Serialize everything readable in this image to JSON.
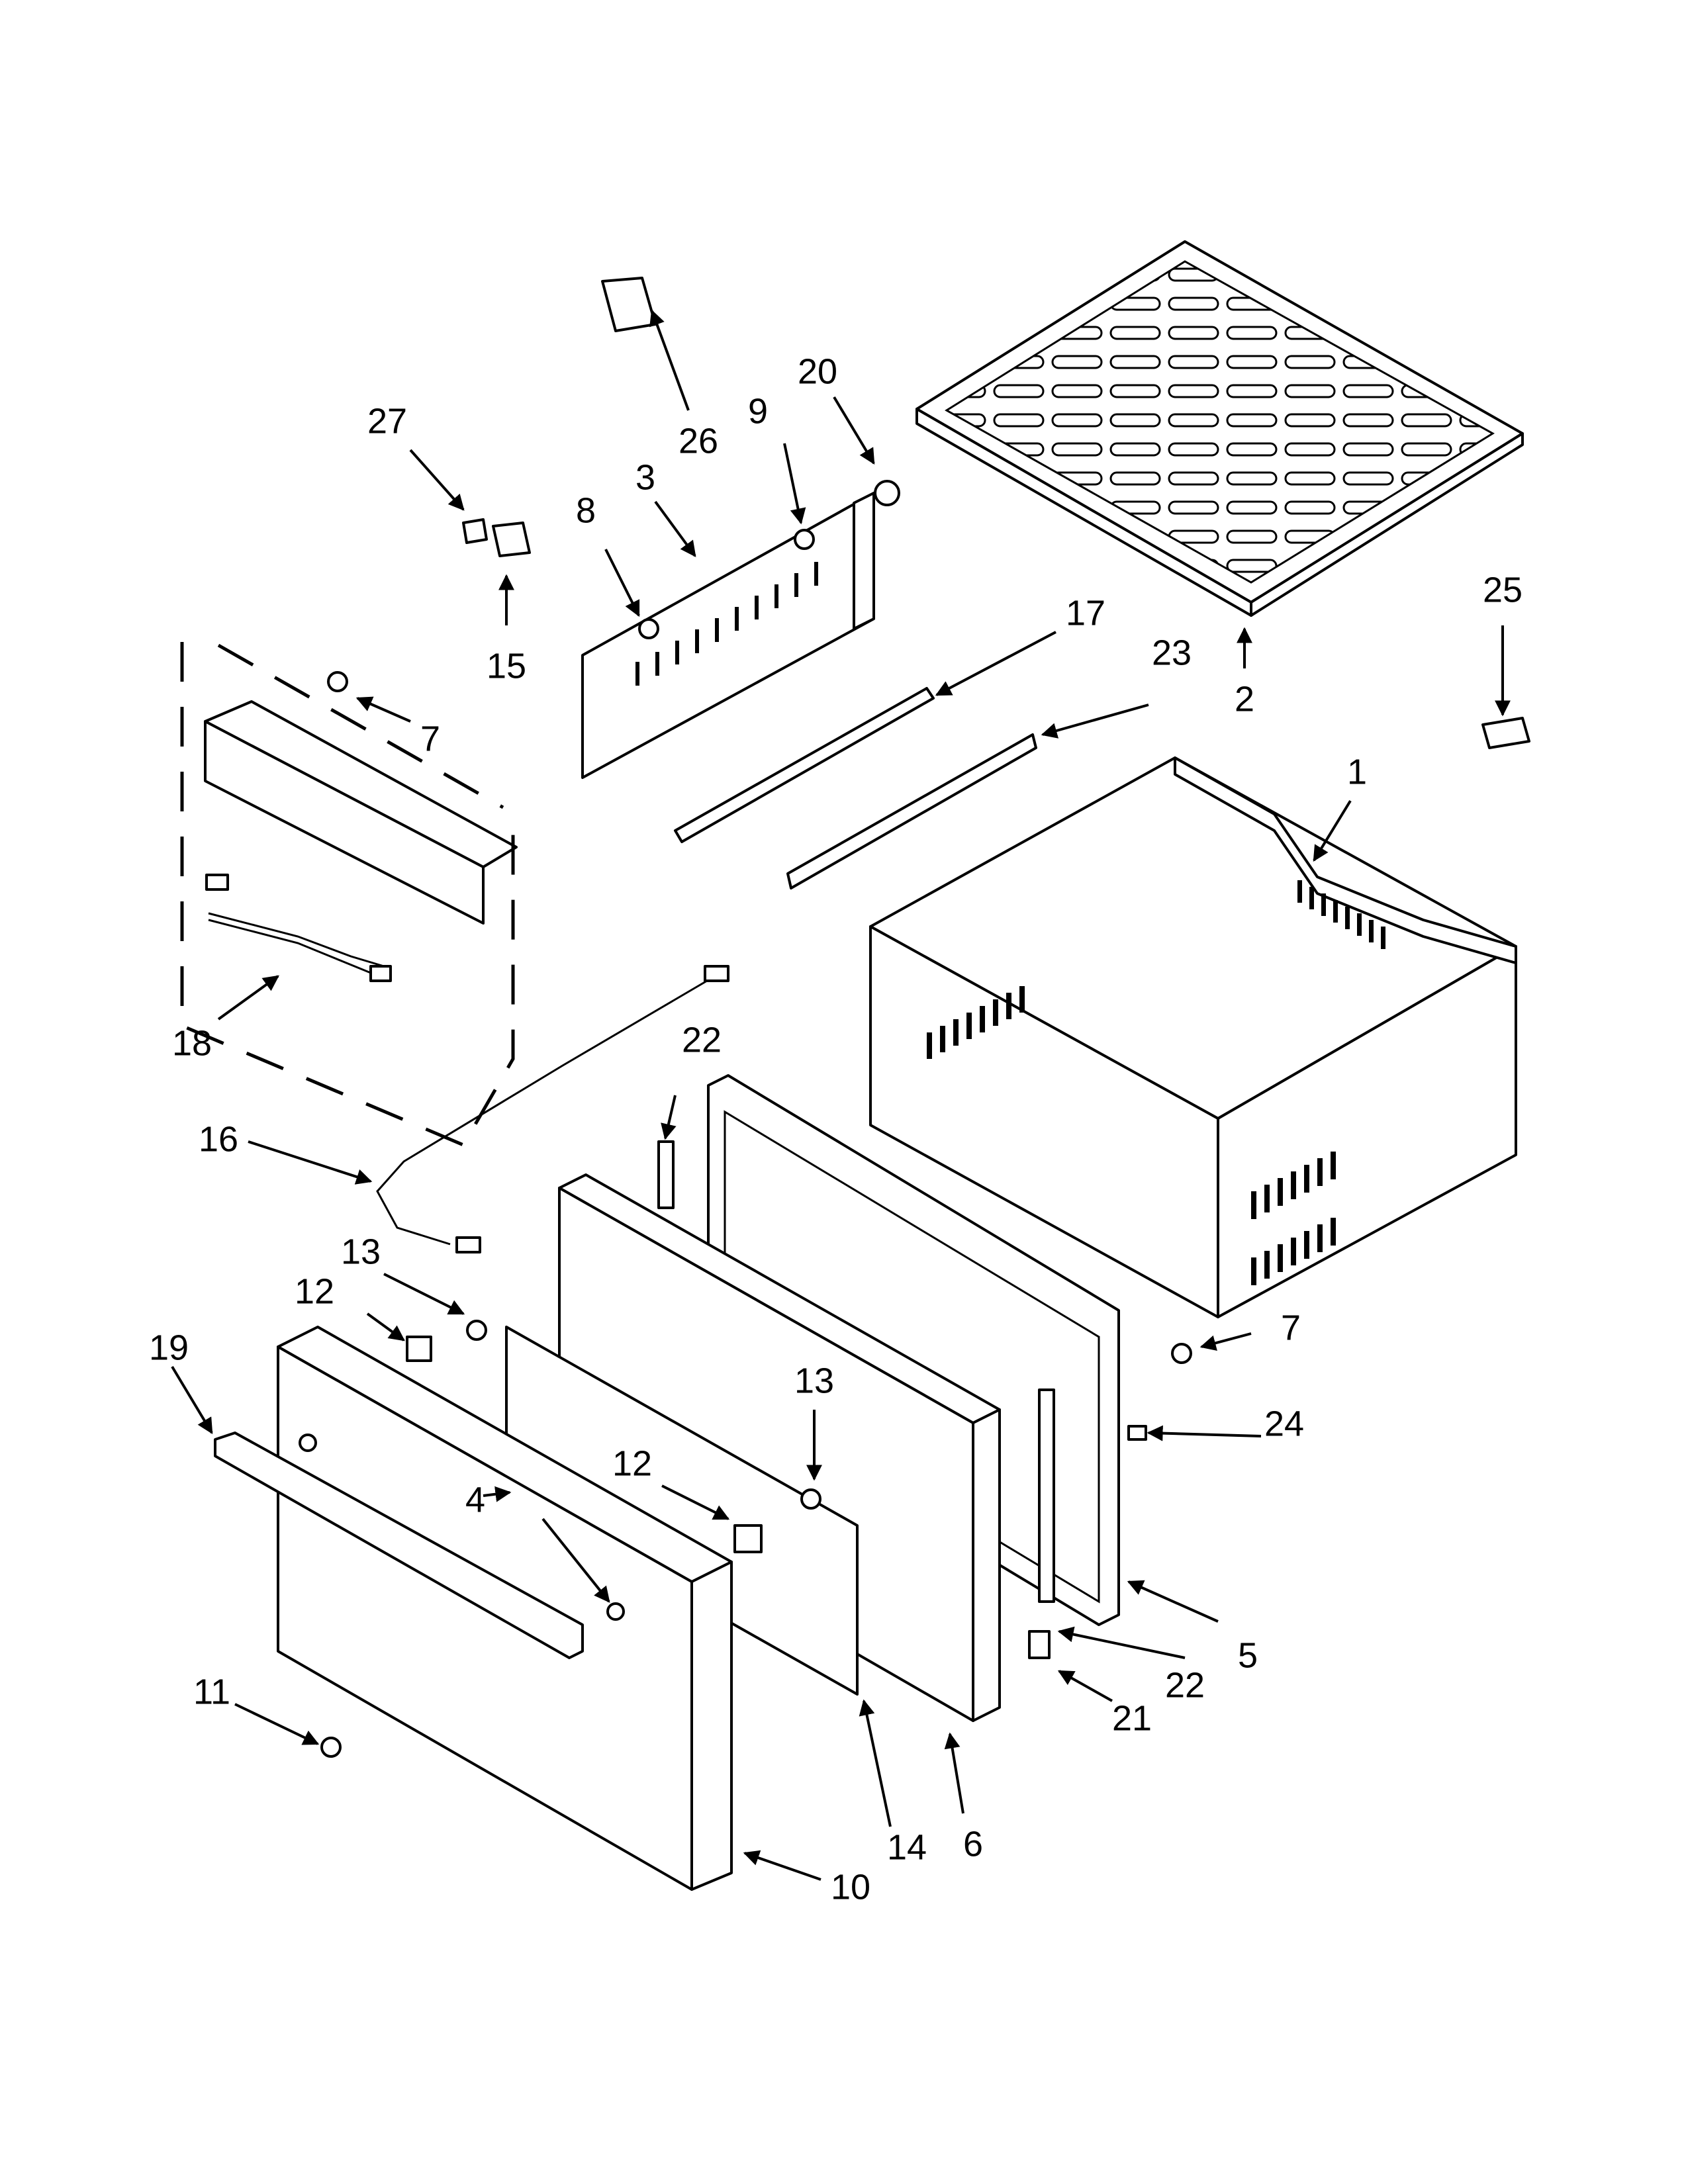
{
  "callouts": [
    {
      "key": "c1",
      "text": "1"
    },
    {
      "key": "c2",
      "text": "2"
    },
    {
      "key": "c3",
      "text": "3"
    },
    {
      "key": "c4",
      "text": "4"
    },
    {
      "key": "c5",
      "text": "5"
    },
    {
      "key": "c6",
      "text": "6"
    },
    {
      "key": "c7a",
      "text": "7"
    },
    {
      "key": "c7b",
      "text": "7"
    },
    {
      "key": "c8",
      "text": "8"
    },
    {
      "key": "c9",
      "text": "9"
    },
    {
      "key": "c10",
      "text": "10"
    },
    {
      "key": "c11",
      "text": "11"
    },
    {
      "key": "c12a",
      "text": "12"
    },
    {
      "key": "c12b",
      "text": "12"
    },
    {
      "key": "c13a",
      "text": "13"
    },
    {
      "key": "c13b",
      "text": "13"
    },
    {
      "key": "c14",
      "text": "14"
    },
    {
      "key": "c15",
      "text": "15"
    },
    {
      "key": "c16",
      "text": "16"
    },
    {
      "key": "c17",
      "text": "17"
    },
    {
      "key": "c18",
      "text": "18"
    },
    {
      "key": "c19",
      "text": "19"
    },
    {
      "key": "c20",
      "text": "20"
    },
    {
      "key": "c21",
      "text": "21"
    },
    {
      "key": "c22a",
      "text": "22"
    },
    {
      "key": "c22b",
      "text": "22"
    },
    {
      "key": "c23",
      "text": "23"
    },
    {
      "key": "c24",
      "text": "24"
    },
    {
      "key": "c25",
      "text": "25"
    },
    {
      "key": "c26",
      "text": "26"
    },
    {
      "key": "c27",
      "text": "27"
    }
  ]
}
